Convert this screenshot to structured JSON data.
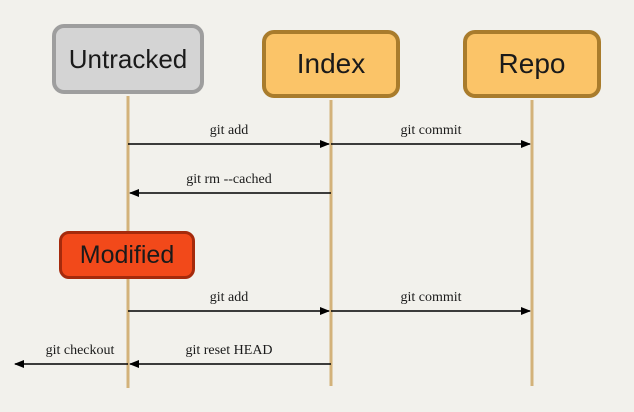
{
  "nodes": {
    "untracked": "Untracked",
    "index": "Index",
    "repo": "Repo",
    "modified": "Modified"
  },
  "arrows": {
    "add_1": "git add",
    "commit_1": "git commit",
    "rm_cached": "git rm --cached",
    "add_2": "git add",
    "commit_2": "git commit",
    "checkout": "git checkout",
    "reset_head": "git reset HEAD"
  },
  "colors": {
    "background": "#f2f1ec",
    "untracked_fill": "#d4d4d4",
    "staging_fill": "#fbc468",
    "modified_fill": "#f2491a",
    "lifeline": "#d3b27a"
  }
}
